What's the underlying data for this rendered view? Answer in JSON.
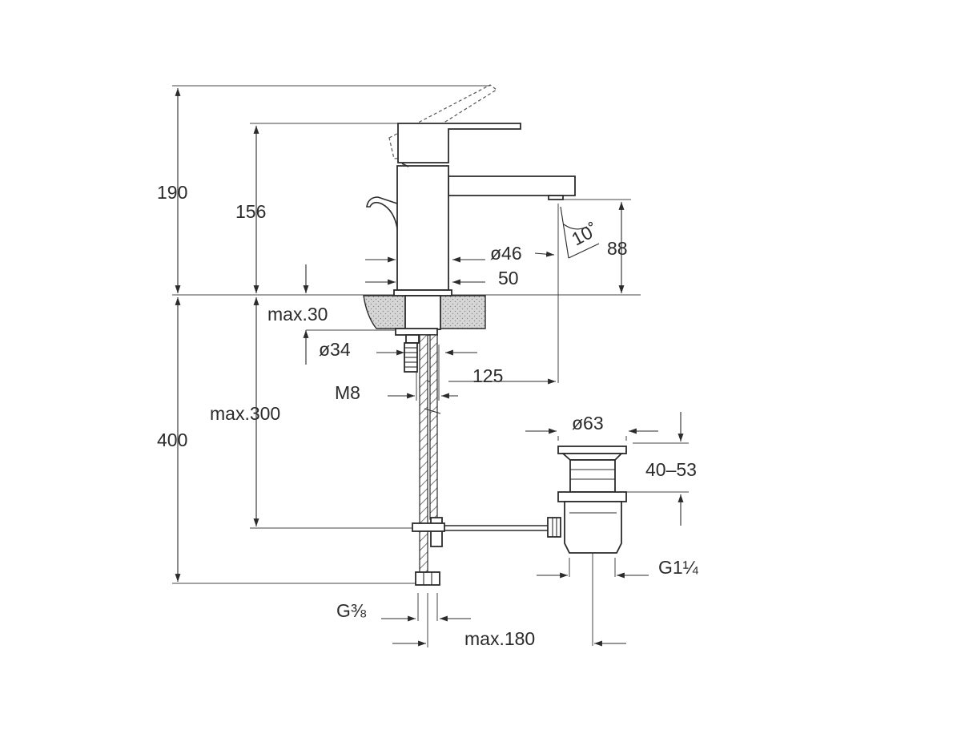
{
  "dimensions": {
    "total_height": "190",
    "spout_height": "156",
    "angle": "10˚",
    "spout_clearance": "88",
    "body_diameter": "ø46",
    "base_width": "50",
    "max_deck_thickness": "max.30",
    "hole_diameter": "ø34",
    "thread_rod": "M8",
    "spout_reach": "125",
    "pipe_length": "max.300",
    "hose_length": "400",
    "waste_diameter": "ø63",
    "waste_adjust": "40–53",
    "waste_thread": "G1¼",
    "hose_thread": "G⅜",
    "max_reach": "max.180"
  }
}
